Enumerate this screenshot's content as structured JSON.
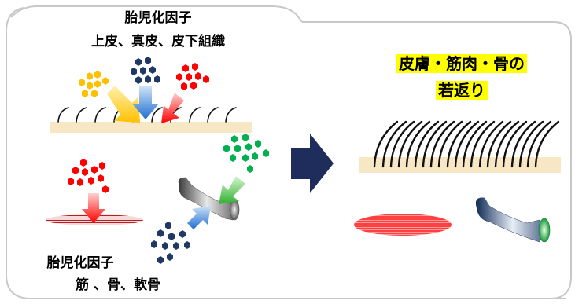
{
  "left_panel": {
    "skin_factor_title": "胎児化因子",
    "skin_factor_targets": "上皮、真皮、皮下組織",
    "muscle_factor_title": "胎児化因子",
    "muscle_factor_targets": "筋 、骨、軟骨"
  },
  "right_panel": {
    "result_line1": "皮膚・筋肉・骨の",
    "result_line2": "若返り"
  },
  "colors": {
    "yellow": "#ffc000",
    "navy": "#203864",
    "red": "#ff0000",
    "green": "#00b050",
    "skin": "#f8e7c4",
    "highlight": "#ffff00"
  }
}
